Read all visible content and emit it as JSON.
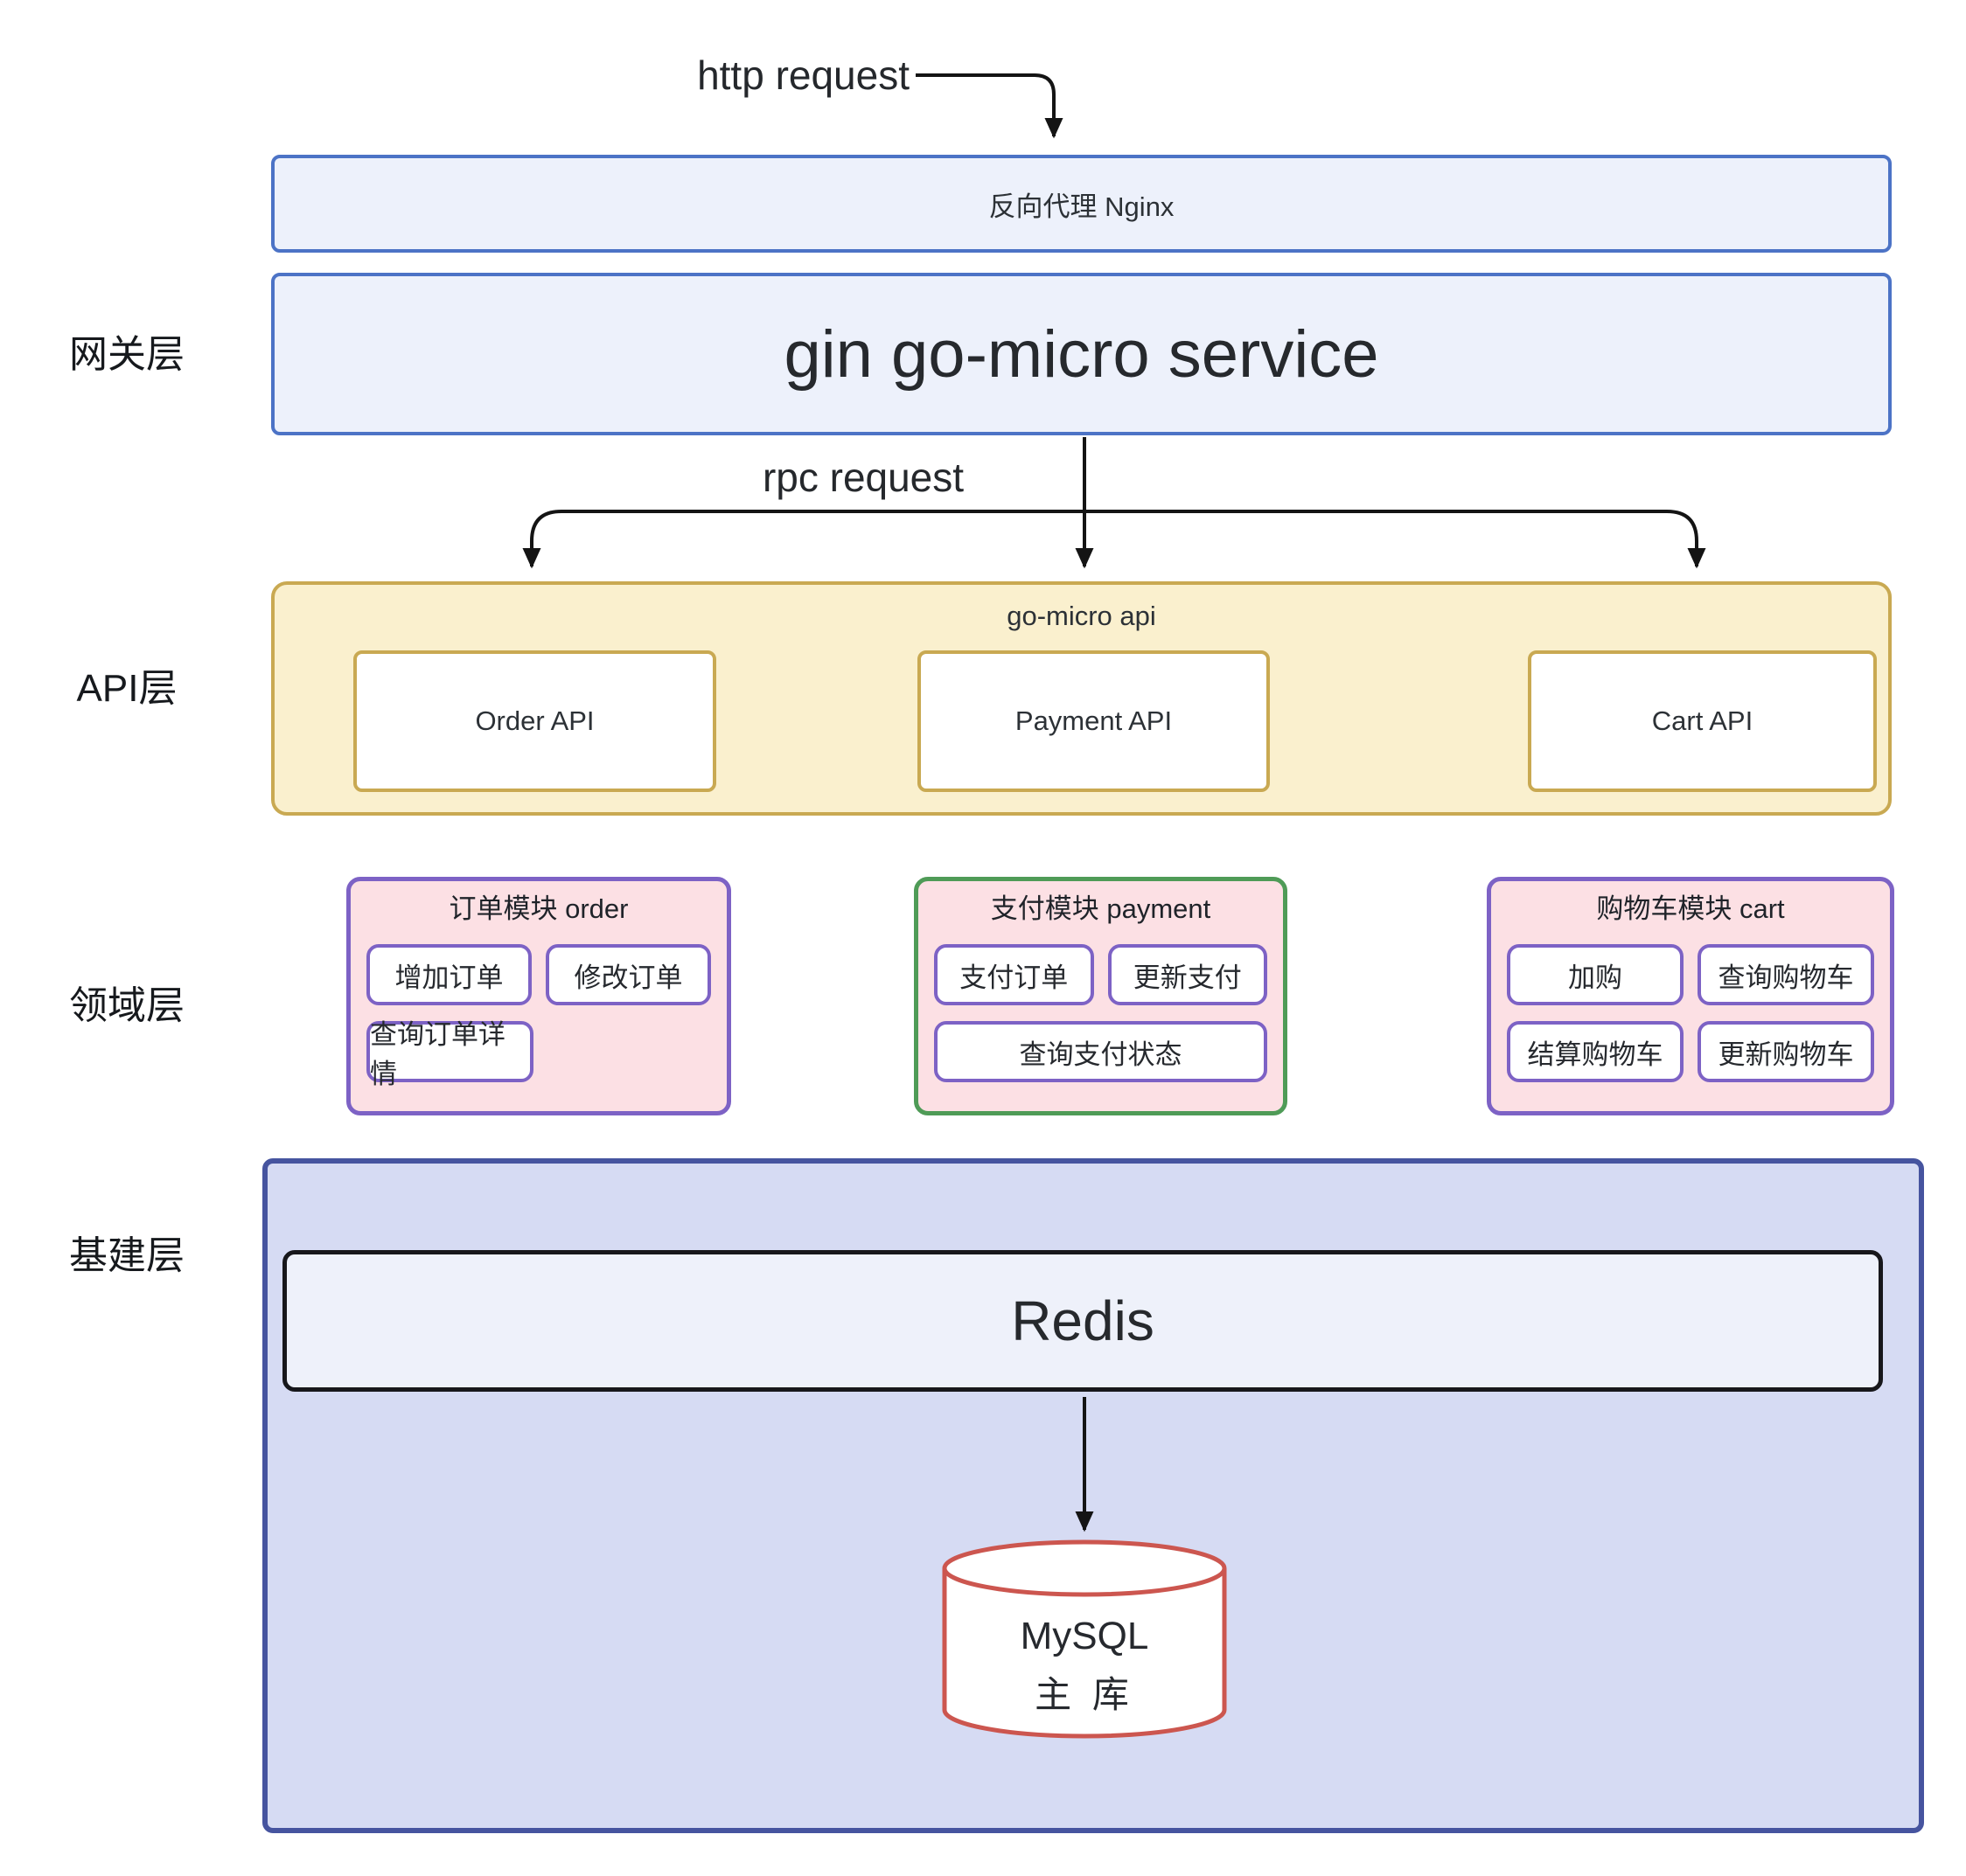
{
  "annotations": {
    "http_request": "http request",
    "rpc_request": "rpc request"
  },
  "layer_labels": {
    "gateway": "网关层",
    "api": "API层",
    "domain": "领域层",
    "infra": "基建层"
  },
  "gateway_layer": {
    "nginx_label": "反向代理 Nginx",
    "service_label": "gin go-micro service"
  },
  "api_layer": {
    "container_label": "go-micro api",
    "apis": [
      {
        "label": "Order API"
      },
      {
        "label": "Payment API"
      },
      {
        "label": "Cart API"
      }
    ]
  },
  "domain_layer": {
    "modules": [
      {
        "title": "订单模块 order",
        "accent": "#7d62c5",
        "rows": [
          [
            "增加订单",
            "修改订单"
          ],
          [
            "查询订单详情"
          ]
        ]
      },
      {
        "title": "支付模块 payment",
        "accent": "#4f9b57",
        "rows": [
          [
            "支付订单",
            "更新支付"
          ],
          [
            "查询支付状态"
          ]
        ]
      },
      {
        "title": "购物车模块 cart",
        "accent": "#7d62c5",
        "rows": [
          [
            "加购",
            "查询购物车"
          ],
          [
            "结算购物车",
            "更新购物车"
          ]
        ]
      }
    ]
  },
  "infra_layer": {
    "redis_label": "Redis",
    "mysql_line1": "MySQL",
    "mysql_line2": "主 库"
  },
  "colors": {
    "blue_box_fill": "#edf1fb",
    "blue_box_border": "#4c73c6",
    "yellow_fill": "#faf0ce",
    "yellow_border": "#c9a952",
    "pink_fill": "#fce0e4",
    "purple_border": "#7d62c5",
    "green_border": "#4f9b57",
    "infra_fill": "#d6dbf3",
    "infra_border": "#46549f",
    "redis_fill": "#eef1fa",
    "redis_border": "#17171b",
    "mysql_border": "#cc564f",
    "arrow": "#141414"
  }
}
